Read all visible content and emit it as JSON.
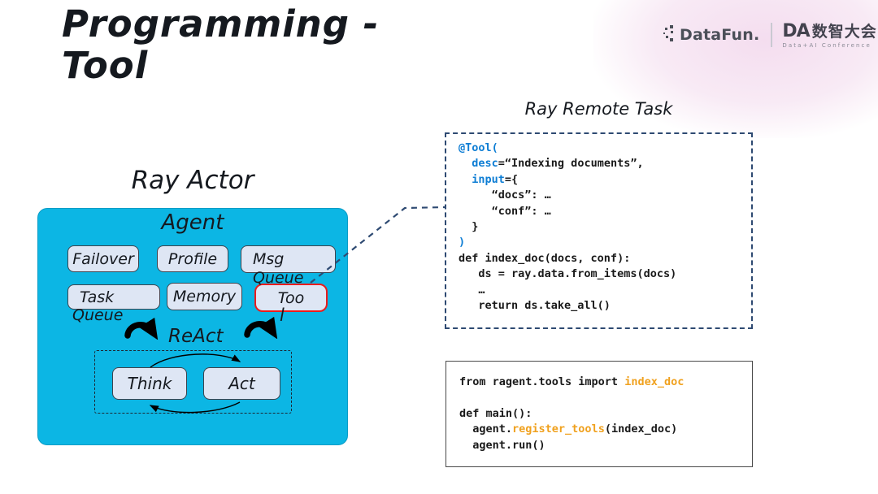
{
  "slide": {
    "title_lines": [
      "Programming -",
      "Tool"
    ]
  },
  "header_logos": {
    "datafun_text": "DataFun.",
    "da_text": "数智大会",
    "da_mark": "DA",
    "da_subtext": "Data+AI Conference"
  },
  "ray_actor": {
    "heading": "Ray Actor",
    "agent_label": "Agent",
    "failover": "Failover",
    "profile": "Profile",
    "msg_line1": "Msg",
    "msg_line2": "Queue",
    "task_line1": "Task",
    "task_line2": "Queue",
    "memory": "Memory",
    "tool_line1": "Too",
    "tool_line2": "l",
    "react_label": "ReAct",
    "think": "Think",
    "act": "Act"
  },
  "remote_task": {
    "heading": "Ray Remote Task",
    "code": [
      [
        {
          "t": "@Tool(",
          "c": "kw"
        }
      ],
      [
        {
          "t": "  "
        },
        {
          "t": "desc",
          "c": "kw"
        },
        {
          "t": "=“Indexing documents”,"
        }
      ],
      [
        {
          "t": "  "
        },
        {
          "t": "input",
          "c": "kw"
        },
        {
          "t": "={"
        }
      ],
      [
        {
          "t": "     “docs”: …"
        }
      ],
      [
        {
          "t": "     “conf”: …"
        }
      ],
      [
        {
          "t": "  }"
        }
      ],
      [
        {
          "t": ")",
          "c": "kw"
        }
      ],
      [
        {
          "t": "def index_doc(docs, conf):"
        }
      ],
      [
        {
          "t": "   ds = ray.data.from_items(docs)"
        }
      ],
      [
        {
          "t": "   …"
        }
      ],
      [
        {
          "t": "   return ds.take_all()"
        }
      ]
    ]
  },
  "main_code": {
    "code": [
      [
        {
          "t": "from ragent.tools import "
        },
        {
          "t": "index_doc",
          "c": "fn"
        }
      ],
      [
        {
          "t": ""
        }
      ],
      [
        {
          "t": "def main():"
        }
      ],
      [
        {
          "t": "  agent."
        },
        {
          "t": "register_tools",
          "c": "fn"
        },
        {
          "t": "(index_doc)"
        }
      ],
      [
        {
          "t": "  agent.run()"
        }
      ]
    ]
  },
  "colors": {
    "agent_panel_cyan": "#0cb6e4",
    "node_fill": "#dee6f4",
    "node_border": "#3d434d",
    "tool_highlight_red": "#ea1c1c",
    "code_keyword_blue": "#0d7dd4",
    "code_function_orange": "#f0a11e",
    "dashed_border_navy": "#2e4a72",
    "logo_gray": "#4b4f58",
    "blob_pink": "#f4ddef"
  }
}
